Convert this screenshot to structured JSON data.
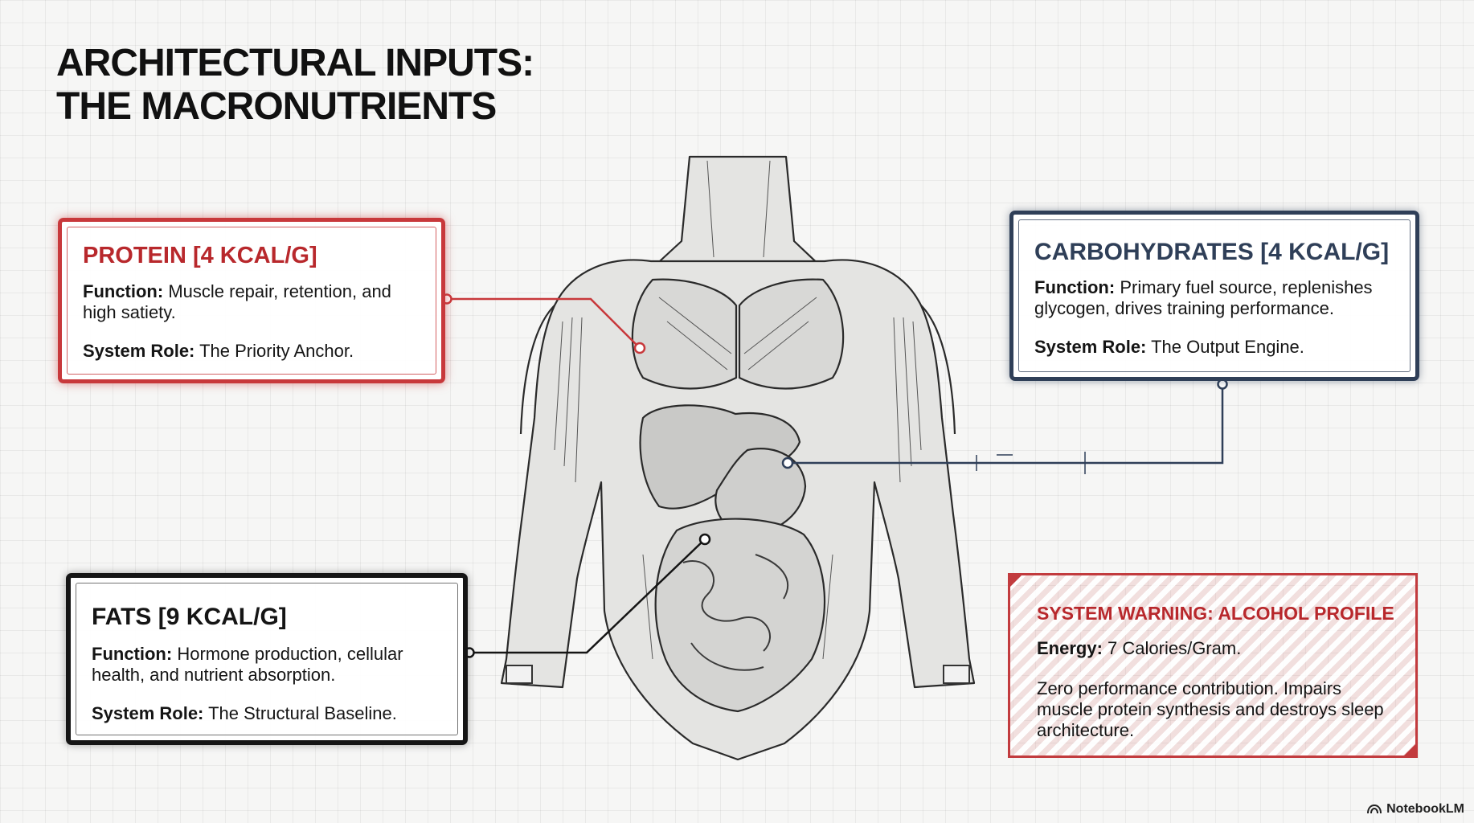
{
  "title": {
    "line1": "ARCHITECTURAL INPUTS:",
    "line2": "THE MACRONUTRIENTS"
  },
  "cards": {
    "protein": {
      "heading": "PROTEIN [4 KCAL/G]",
      "function_label": "Function:",
      "function_text": " Muscle repair, retention, and high satiety.",
      "role_label": "System Role:",
      "role_text": " The Priority Anchor.",
      "accent": "#c8383b"
    },
    "carbs": {
      "heading": "CARBOHYDRATES [4 KCAL/G]",
      "function_label": "Function:",
      "function_text": " Primary fuel source, replenishes glycogen, drives training performance.",
      "role_label": "System Role:",
      "role_text": " The Output Engine.",
      "accent": "#2f3f58"
    },
    "fats": {
      "heading": "FATS [9 KCAL/G]",
      "function_label": "Function:",
      "function_text": " Hormone production, cellular health, and nutrient absorption.",
      "role_label": "System Role:",
      "role_text": " The Structural Baseline.",
      "accent": "#151515"
    }
  },
  "warning": {
    "heading": "SYSTEM WARNING: ALCOHOL PROFILE",
    "energy_label": "Energy:",
    "energy_text": " 7 Calories/Gram.",
    "description": "Zero performance contribution. Impairs muscle protein synthesis and destroys sleep architecture.",
    "accent": "#c23b3e"
  },
  "illustration": {
    "icon": "anatomical-torso-illustration"
  },
  "brand": {
    "name": "NotebookLM",
    "icon": "notebooklm-logo-icon"
  }
}
